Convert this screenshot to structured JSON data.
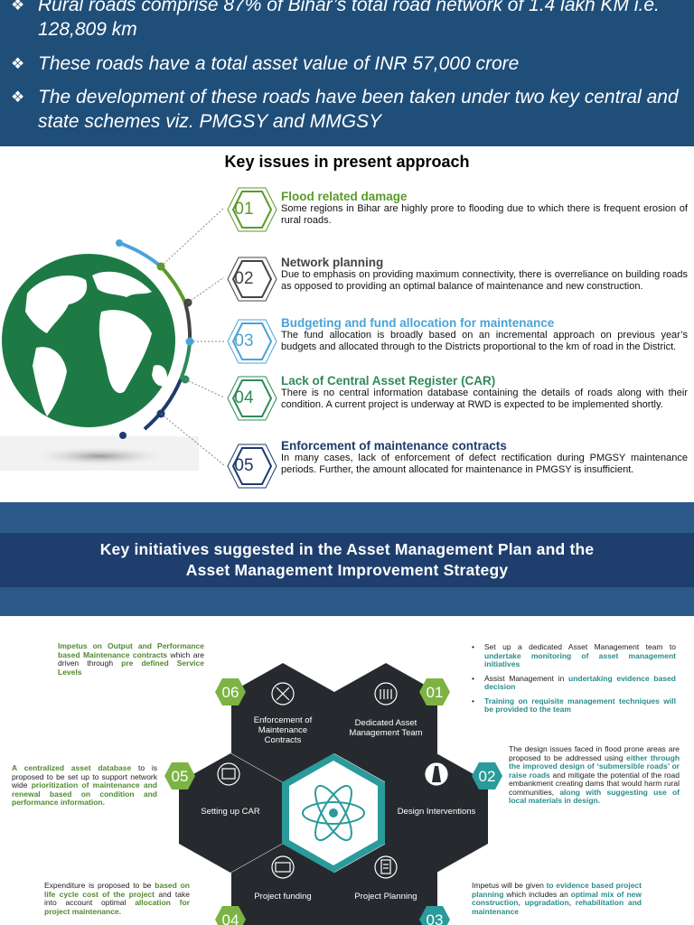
{
  "banner": {
    "bullets": [
      "Rural roads comprise 87% of Bihar’s total road network of 1.4 lakh KM i.e.  128,809 km",
      "These roads have a total asset value of INR 57,000 crore",
      "The development of these roads have been taken under two key central and state schemes viz. PMGSY and MMGSY"
    ],
    "bullet_icon": "❖"
  },
  "issues": {
    "title": "Key issues in present approach",
    "items": [
      {
        "num": "01",
        "color": "#5a9a2a",
        "title": "Flood related damage",
        "desc": "Some regions in Bihar are highly prore to flooding due to which there is frequent erosion of rural roads."
      },
      {
        "num": "02",
        "color": "#444444",
        "title": "Network planning",
        "desc": "Due to emphasis on providing maximum connectivity, there is overreliance on building roads as opposed to providing an optimal balance of maintenance and new construction."
      },
      {
        "num": "03",
        "color": "#4aa3d8",
        "title": "Budgeting and fund allocation for maintenance",
        "desc": "The fund allocation is broadly based on an incremental approach on previous year’s budgets and allocated through to the Districts proportional to the km of road in the District."
      },
      {
        "num": "04",
        "color": "#2e8b57",
        "title": "Lack of Central Asset Register (CAR)",
        "desc": "There is no central information database containing the details of roads along with their condition. A current project is underway at RWD is expected to be implemented shortly."
      },
      {
        "num": "05",
        "color": "#1e3a6e",
        "title": "Enforcement of maintenance contracts",
        "desc": "In many cases, lack of enforcement of defect rectification during PMGSY maintenance periods. Further, the amount allocated for maintenance in PMGSY is insufficient."
      }
    ]
  },
  "initiatives": {
    "title_line1": "Key initiatives suggested in the Asset Management Plan and the",
    "title_line2": "Asset Management Improvement Strategy"
  },
  "diagram": {
    "hexes": [
      {
        "num": "01",
        "label_lines": [
          "Dedicated Asset",
          "Management Team"
        ],
        "icon": "people-icon"
      },
      {
        "num": "02",
        "label_lines": [
          "Design Interventions"
        ],
        "icon": "road-icon"
      },
      {
        "num": "03",
        "label_lines": [
          "Project Planning"
        ],
        "icon": "document-icon"
      },
      {
        "num": "04",
        "label_lines": [
          "Project funding"
        ],
        "icon": "money-icon"
      },
      {
        "num": "05",
        "label_lines": [
          "Setting up CAR"
        ],
        "icon": "chart-icon"
      },
      {
        "num": "06",
        "label_lines": [
          "Enforcement of",
          "Maintenance",
          "Contracts"
        ],
        "icon": "tools-icon"
      }
    ],
    "center_icon": "atom-icon",
    "text_06": {
      "a": "Impetus on Output and ",
      "b": "Performance based Maintenance contracts",
      "c": " which are driven through ",
      "d": "pre defined Service Levels"
    },
    "text_05": {
      "a": "A centralized asset database",
      "b": " to is proposed to be set up to support network wide ",
      "c": "prioritization of maintenance and renewal based on condition and performance information."
    },
    "text_04": {
      "a": "Expenditure is proposed to be ",
      "b": "based on life cycle cost of the project",
      "c": " and take into account optimal ",
      "d": "allocation for project maintenance."
    },
    "text_01": [
      {
        "a": "Set up a dedicated Asset Management team to ",
        "b": "undertake monitoring of asset management initiatives"
      },
      {
        "a": "Assist Management in ",
        "b": "undertaking evidence based decision"
      },
      {
        "a": "",
        "b": "Training on requisite management techniques will be provided to the team"
      }
    ],
    "text_02": {
      "a": "The design issues faced in flood prone areas are proposed to be addressed using ",
      "b": "either through the improved design of ‘submersible roads’ or raise roads",
      "c": " and mitigate the potential of the road embankment creating dams that would harm rural communities, ",
      "d": "along with suggesting use of local materials in design."
    },
    "text_03": {
      "a": "Impetus will be given ",
      "b": "to evidence based project planning",
      "c": " which includes an ",
      "d": "optimal mix of new construction, upgradation, rehabilitation and maintenance"
    }
  },
  "colors": {
    "banner": "#1f4e79",
    "hex_dark": "#262a2e",
    "green": "#7cb342",
    "teal": "#2a9a9a",
    "center_border": "#2a9a9a"
  }
}
